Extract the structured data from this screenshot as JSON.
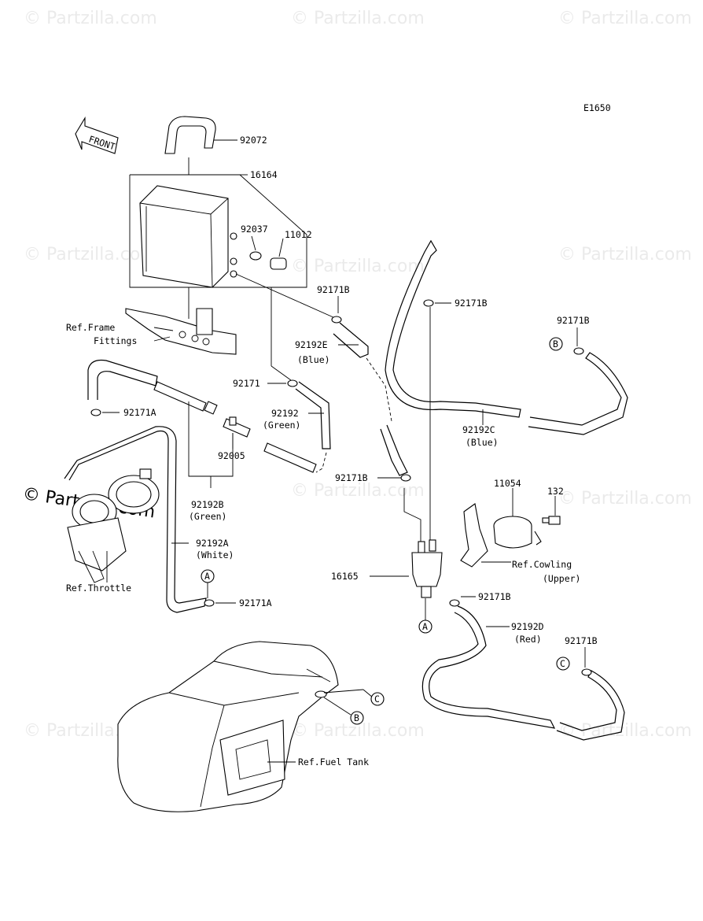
{
  "diagram_code": "E1650",
  "front_label": "FRONT",
  "watermark": "© Partzilla.com",
  "parts": {
    "p92072": "92072",
    "p16164": "16164",
    "p92037": "92037",
    "p11012": "11012",
    "p92171B_a": "92171B",
    "p92171B_b": "92171B",
    "p92171B_c": "92171B",
    "p92171B_d": "92171B",
    "p92171B_e": "92171B",
    "p92171B_f": "92171B",
    "p92192E": "92192E",
    "p92192E_color": "(Blue)",
    "p92171": "92171",
    "p92192": "92192",
    "p92192_color": "(Green)",
    "p92171A_a": "92171A",
    "p92171A_b": "92171A",
    "p92005": "92005",
    "p92192B": "92192B",
    "p92192B_color": "(Green)",
    "p92192A": "92192A",
    "p92192A_color": "(White)",
    "p92192C": "92192C",
    "p92192C_color": "(Blue)",
    "p11054": "11054",
    "p132": "132",
    "p16165": "16165",
    "p92192D": "92192D",
    "p92192D_color": "(Red)"
  },
  "refs": {
    "frame_line1": "Ref.Frame",
    "frame_line2": "Fittings",
    "throttle": "Ref.Throttle",
    "cowling_line1": "Ref.Cowling",
    "cowling_line2": "(Upper)",
    "fuel_tank": "Ref.Fuel Tank"
  },
  "connectors": {
    "A": "A",
    "B": "B",
    "C": "C"
  }
}
